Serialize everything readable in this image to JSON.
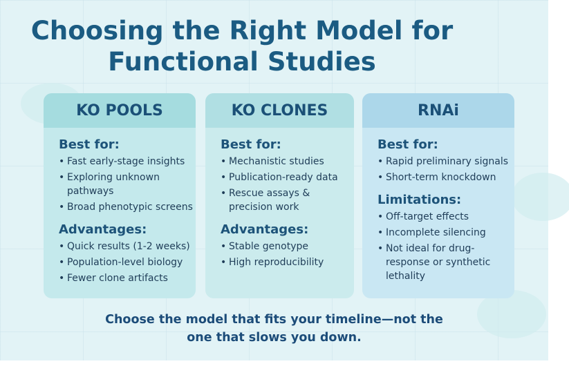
{
  "title": {
    "line1": "Choosing the Right Model for",
    "line2": "Functional Studies"
  },
  "cards": [
    {
      "header": "KO POOLS",
      "sections": [
        {
          "heading": "Best for:",
          "items": [
            "Fast early-stage insights",
            "Exploring unknown pathways",
            "Broad phenotypic screens"
          ]
        },
        {
          "heading": "Advantages:",
          "items": [
            "Quick results (1-2 weeks)",
            "Population-level biology",
            "Fewer clone artifacts"
          ]
        }
      ]
    },
    {
      "header": "KO CLONES",
      "sections": [
        {
          "heading": "Best for:",
          "items": [
            "Mechanistic studies",
            "Publication-ready data",
            "Rescue assays & precision work"
          ]
        },
        {
          "heading": "Advantages:",
          "items": [
            "Stable genotype",
            "High reproducibility"
          ]
        }
      ]
    },
    {
      "header": "RNAi",
      "sections": [
        {
          "heading": "Best for:",
          "items": [
            "Rapid preliminary signals",
            "Short-term knockdown"
          ]
        },
        {
          "heading": "Limitations:",
          "items": [
            "Off-target effects",
            "Incomplete silencing",
            "Not ideal for drug-response or synthetic lethality"
          ]
        }
      ]
    }
  ],
  "footer": {
    "line1": "Choose the model that fits your timeline—not the",
    "line2": "one that slows you down."
  }
}
